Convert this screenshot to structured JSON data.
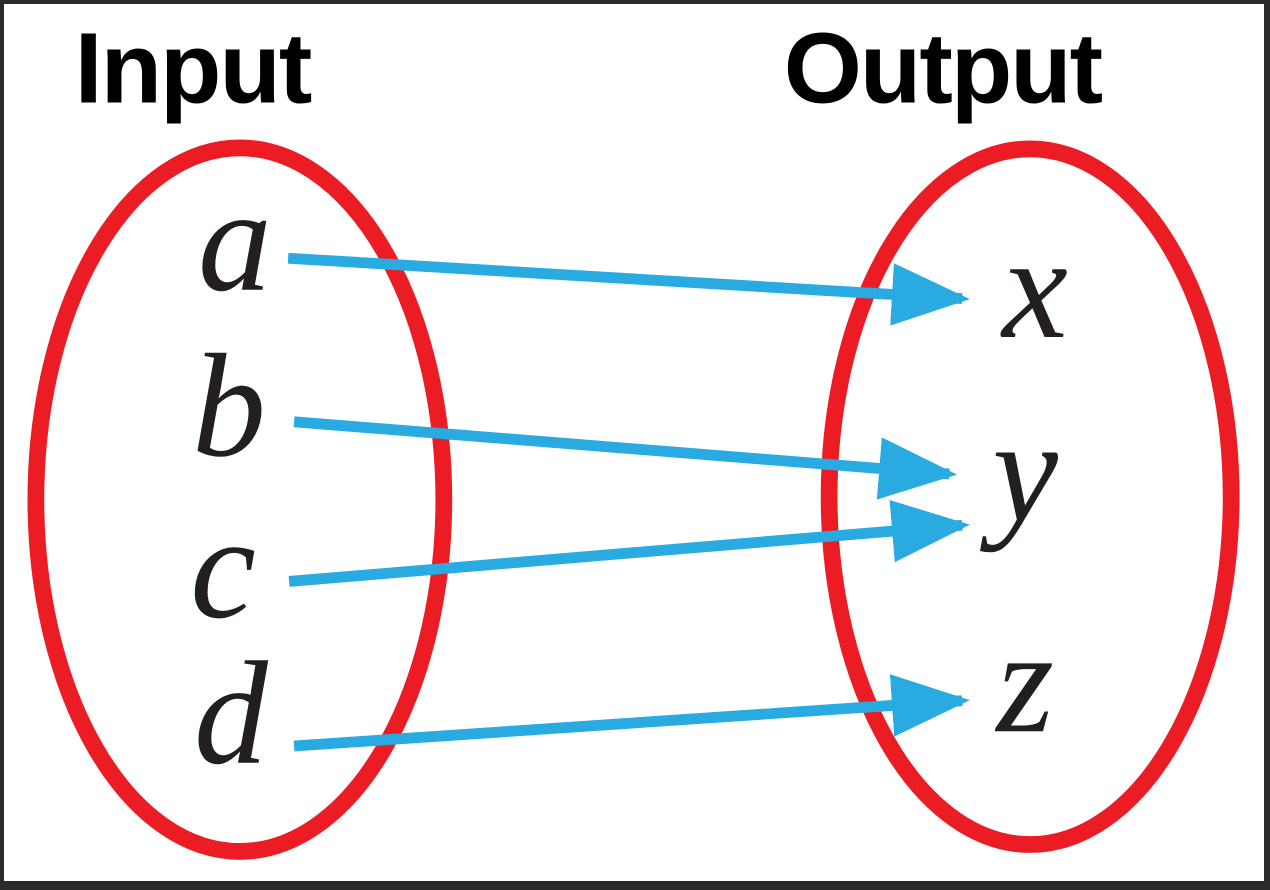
{
  "diagram": {
    "input_label": "Input",
    "output_label": "Output",
    "inputs": [
      {
        "label": "a"
      },
      {
        "label": "b"
      },
      {
        "label": "c"
      },
      {
        "label": "d"
      }
    ],
    "outputs": [
      {
        "label": "x"
      },
      {
        "label": "y"
      },
      {
        "label": "z"
      }
    ],
    "mappings": [
      {
        "from": "a",
        "to": "x"
      },
      {
        "from": "b",
        "to": "y"
      },
      {
        "from": "c",
        "to": "y"
      },
      {
        "from": "d",
        "to": "z"
      }
    ],
    "colors": {
      "oval_stroke": "#ec1c24",
      "arrow": "#29abe2",
      "letter": "#231f20",
      "title": "#000000",
      "frame": "#2b2b2b",
      "background": "#ffffff"
    }
  }
}
